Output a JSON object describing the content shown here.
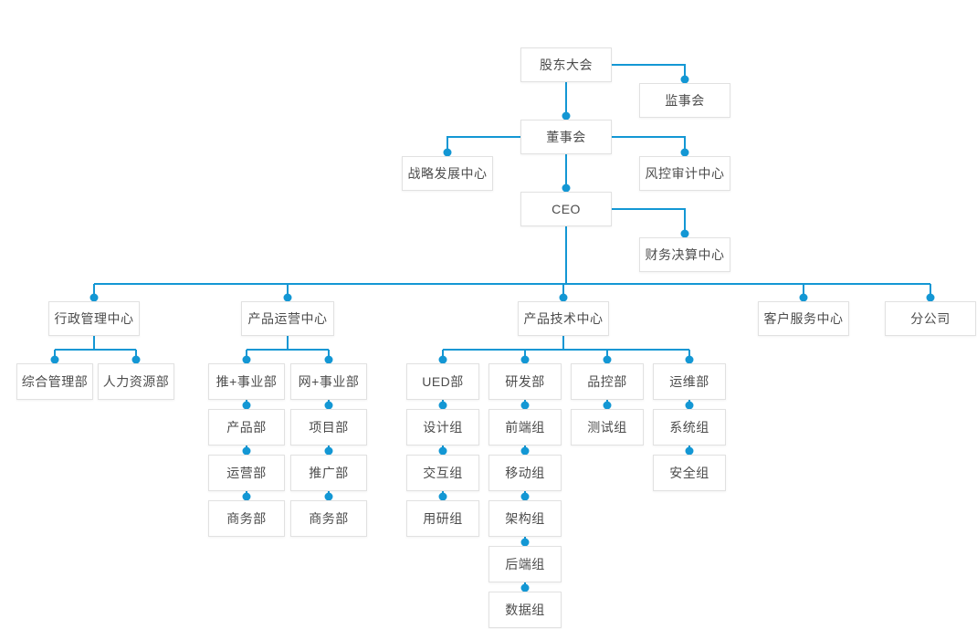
{
  "colors": {
    "line": "#1397d4",
    "dot": "#1397d4",
    "node_border": "#e1e1e1",
    "node_bg": "#ffffff",
    "node_text": "#4c4c4c",
    "background": "#ffffff"
  },
  "org": {
    "nodes": [
      {
        "id": "shareholders-meeting",
        "label": "股东大会"
      },
      {
        "id": "supervisory-board",
        "label": "监事会"
      },
      {
        "id": "board-of-directors",
        "label": "董事会"
      },
      {
        "id": "strategy-dev-center",
        "label": "战略发展中心"
      },
      {
        "id": "risk-audit-center",
        "label": "风控审计中心"
      },
      {
        "id": "ceo",
        "label": "CEO"
      },
      {
        "id": "finance-center",
        "label": "财务决算中心"
      },
      {
        "id": "admin-center",
        "label": "行政管理中心"
      },
      {
        "id": "general-mgmt-dept",
        "label": "综合管理部"
      },
      {
        "id": "hr-dept",
        "label": "人力资源部"
      },
      {
        "id": "product-ops-center",
        "label": "产品运营中心"
      },
      {
        "id": "tui-division",
        "label": "推+事业部"
      },
      {
        "id": "wang-division",
        "label": "网+事业部"
      },
      {
        "id": "product-dept",
        "label": "产品部"
      },
      {
        "id": "project-dept",
        "label": "项目部"
      },
      {
        "id": "operations-dept",
        "label": "运营部"
      },
      {
        "id": "promotion-dept",
        "label": "推广部"
      },
      {
        "id": "business-dept-a",
        "label": "商务部"
      },
      {
        "id": "business-dept-b",
        "label": "商务部"
      },
      {
        "id": "product-tech-center",
        "label": "产品技术中心"
      },
      {
        "id": "ued-dept",
        "label": "UED部"
      },
      {
        "id": "rd-dept",
        "label": "研发部"
      },
      {
        "id": "qc-dept",
        "label": "品控部"
      },
      {
        "id": "om-dept",
        "label": "运维部"
      },
      {
        "id": "design-group",
        "label": "设计组"
      },
      {
        "id": "interaction-group",
        "label": "交互组"
      },
      {
        "id": "user-research-group",
        "label": "用研组"
      },
      {
        "id": "frontend-group",
        "label": "前端组"
      },
      {
        "id": "mobile-group",
        "label": "移动组"
      },
      {
        "id": "architecture-group",
        "label": "架构组"
      },
      {
        "id": "backend-group",
        "label": "后端组"
      },
      {
        "id": "data-group",
        "label": "数据组"
      },
      {
        "id": "testing-group",
        "label": "测试组"
      },
      {
        "id": "system-group",
        "label": "系统组"
      },
      {
        "id": "security-group",
        "label": "安全组"
      },
      {
        "id": "customer-service-center",
        "label": "客户服务中心"
      },
      {
        "id": "branch-company",
        "label": "分公司"
      }
    ],
    "edges": [
      [
        "shareholders-meeting",
        "supervisory-board"
      ],
      [
        "shareholders-meeting",
        "board-of-directors"
      ],
      [
        "board-of-directors",
        "strategy-dev-center"
      ],
      [
        "board-of-directors",
        "risk-audit-center"
      ],
      [
        "board-of-directors",
        "ceo"
      ],
      [
        "ceo",
        "finance-center"
      ],
      [
        "ceo",
        "admin-center"
      ],
      [
        "ceo",
        "product-ops-center"
      ],
      [
        "ceo",
        "product-tech-center"
      ],
      [
        "ceo",
        "customer-service-center"
      ],
      [
        "ceo",
        "branch-company"
      ],
      [
        "admin-center",
        "general-mgmt-dept"
      ],
      [
        "admin-center",
        "hr-dept"
      ],
      [
        "product-ops-center",
        "tui-division"
      ],
      [
        "product-ops-center",
        "wang-division"
      ],
      [
        "tui-division",
        "product-dept"
      ],
      [
        "product-dept",
        "operations-dept"
      ],
      [
        "operations-dept",
        "business-dept-a"
      ],
      [
        "wang-division",
        "project-dept"
      ],
      [
        "project-dept",
        "promotion-dept"
      ],
      [
        "promotion-dept",
        "business-dept-b"
      ],
      [
        "product-tech-center",
        "ued-dept"
      ],
      [
        "product-tech-center",
        "rd-dept"
      ],
      [
        "product-tech-center",
        "qc-dept"
      ],
      [
        "product-tech-center",
        "om-dept"
      ],
      [
        "ued-dept",
        "design-group"
      ],
      [
        "design-group",
        "interaction-group"
      ],
      [
        "interaction-group",
        "user-research-group"
      ],
      [
        "rd-dept",
        "frontend-group"
      ],
      [
        "frontend-group",
        "mobile-group"
      ],
      [
        "mobile-group",
        "architecture-group"
      ],
      [
        "architecture-group",
        "backend-group"
      ],
      [
        "backend-group",
        "data-group"
      ],
      [
        "qc-dept",
        "testing-group"
      ],
      [
        "om-dept",
        "system-group"
      ],
      [
        "system-group",
        "security-group"
      ]
    ]
  }
}
